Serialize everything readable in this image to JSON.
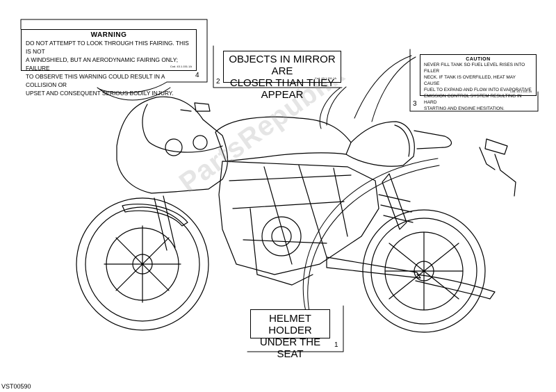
{
  "labels": {
    "warning": {
      "number": "4",
      "title": "WARNING",
      "lines": [
        "DO NOT ATTEMPT TO LOOK THROUGH THIS FAIRING. THIS IS NOT",
        "A WINDSHIELD, BUT AN AERODYNAMIC FAIRING ONLY; FAILURE",
        "TO OBSERVE THIS WARNING COULD RESULT IN A COLLISION OR",
        "UPSET AND CONSEQUENT SERIOUS BODILY INJURY."
      ],
      "code": "Cod. 43.1.151.1A"
    },
    "mirror": {
      "number": "2",
      "lines": [
        "OBJECTS IN MIRROR ARE",
        "CLOSER THAN THEY APPEAR"
      ],
      "code": "Cod. 43.1.151.1A"
    },
    "caution": {
      "number": "3",
      "title": "CAUTION",
      "lines": [
        "NEVER FILL TANK SO FUEL LEVEL RISES INTO FILLER",
        "NECK. IF TANK IS OVERFILLED, HEAT MAY CAUSE",
        "FUEL TO EXPAND AND FLOW INTO EVAPORATIVE",
        "EMISSION CONTROL SYSTEM RESULTING IN HARD",
        "STARTING AND ENGINE HESITATION."
      ],
      "code": "Cod. 43.1.151.1A"
    },
    "helmet": {
      "number": "1",
      "lines": [
        "HELMET HOLDER",
        "UNDER THE SEAT"
      ]
    }
  },
  "watermark": "PartsRepublik",
  "reference": "VST00590"
}
